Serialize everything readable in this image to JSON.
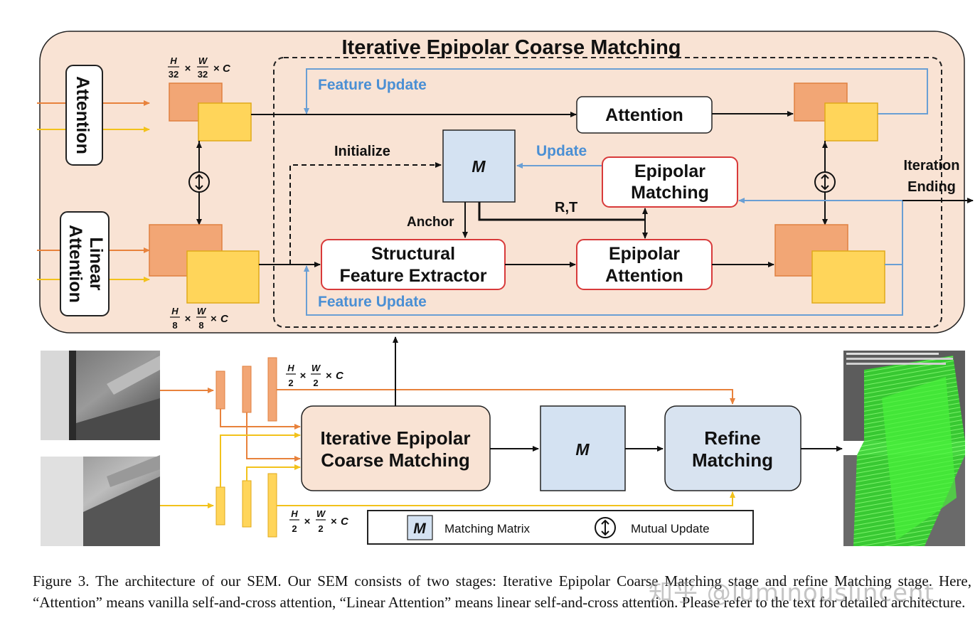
{
  "title": "Iterative Epipolar Coarse Matching",
  "colors": {
    "panel_fill": "#f9e3d4",
    "orange_block": "#f2a675",
    "yellow_block": "#ffd55a",
    "blue_arrow": "#6a9fd4",
    "red_border": "#d83a3a",
    "matrix_fill": "#d4e2f2",
    "orange_line": "#e8823c",
    "yellow_line": "#f2c21b"
  },
  "panel": {
    "attention_label": "Attention",
    "linear_label_1": "Linear",
    "linear_label_2": "Attention",
    "top_dim": {
      "h": "H",
      "h_den": "32",
      "w": "W",
      "w_den": "32",
      "c": "C"
    },
    "bottom_dim": {
      "h": "H",
      "h_den": "8",
      "w": "W",
      "w_den": "8",
      "c": "C"
    },
    "feature_update_top": "Feature Update",
    "feature_update_bottom": "Feature Update",
    "attention_box": "Attention",
    "initialize": "Initialize",
    "matrix_label": "M",
    "update": "Update",
    "epipolar_matching_1": "Epipolar",
    "epipolar_matching_2": "Matching",
    "anchor": "Anchor",
    "rt": "R,T",
    "sfe_1": "Structural",
    "sfe_2": "Feature Extractor",
    "epipolar_attention_1": "Epipolar",
    "epipolar_attention_2": "Attention",
    "iteration_1": "Iteration",
    "iteration_2": "Ending"
  },
  "pipeline": {
    "dim_top": {
      "h": "H",
      "h_den": "2",
      "w": "W",
      "w_den": "2",
      "c": "C"
    },
    "dim_bottom": {
      "h": "H",
      "h_den": "2",
      "w": "W",
      "w_den": "2",
      "c": "C"
    },
    "iecm_1": "Iterative Epipolar",
    "iecm_2": "Coarse Matching",
    "matrix_label": "M",
    "refine_1": "Refine",
    "refine_2": "Matching"
  },
  "legend": {
    "matrix_symbol": "M",
    "matrix_text": "Matching Matrix",
    "mutual_text": "Mutual Update"
  },
  "caption": "Figure 3. The architecture of our SEM. Our SEM consists of two stages: Iterative Epipolar Coarse Matching stage and refine Matching stage. Here, “Attention” means vanilla self-and-cross attention, “Linear Attention” means linear self-and-cross attention. Please refer to the text for detailed architecture.",
  "watermark": "知乎 @luminouslincent"
}
